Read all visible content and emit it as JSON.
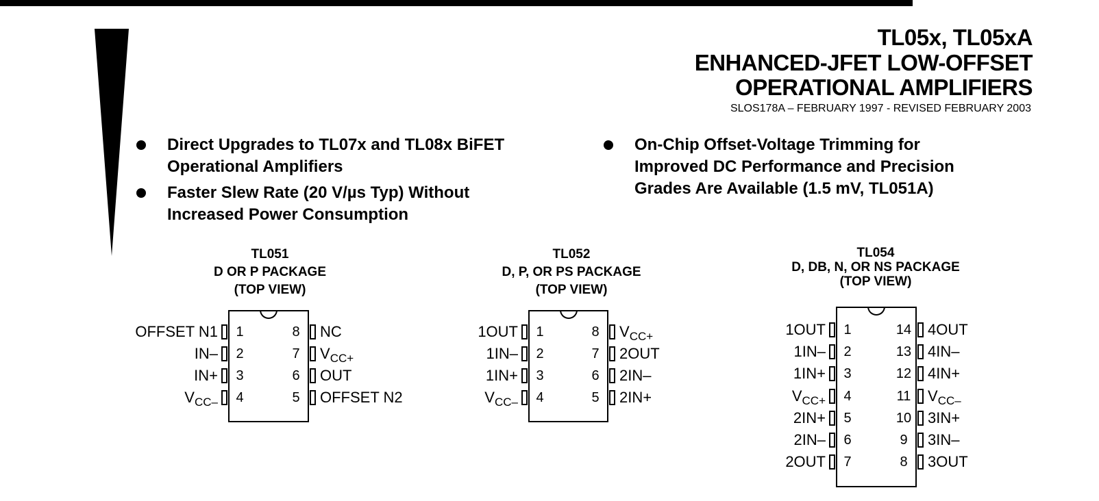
{
  "header": {
    "title_line1": "TL05x, TL05xA",
    "title_line2": "ENHANCED-JFET LOW-OFFSET",
    "title_line3": "OPERATIONAL AMPLIFIERS",
    "doc_number": "SLOS178A – FEBRUARY 1997 - REVISED FEBRUARY 2003"
  },
  "features": [
    {
      "line1": "Direct Upgrades to TL07x and TL08x BiFET",
      "line2": "Operational Amplifiers"
    },
    {
      "line1": "Faster Slew Rate (20 V/µs Typ) Without",
      "line2": "Increased Power Consumption"
    },
    {
      "line1": "On-Chip Offset-Voltage Trimming for",
      "line2": "Improved DC Performance and Precision",
      "line3": "Grades Are Available (1.5 mV, TL051A)"
    }
  ],
  "packages": [
    {
      "device": "TL051",
      "package": "D OR P PACKAGE",
      "view": "(TOP VIEW)",
      "left_pins": [
        {
          "num": "1",
          "main": "OFFSET N1",
          "sub": ""
        },
        {
          "num": "2",
          "main": "IN–",
          "sub": ""
        },
        {
          "num": "3",
          "main": "IN+",
          "sub": ""
        },
        {
          "num": "4",
          "main": "V",
          "sub": "CC–"
        }
      ],
      "right_pins": [
        {
          "num": "8",
          "main": "NC",
          "sub": ""
        },
        {
          "num": "7",
          "main": "V",
          "sub": "CC+"
        },
        {
          "num": "6",
          "main": "OUT",
          "sub": ""
        },
        {
          "num": "5",
          "main": "OFFSET N2",
          "sub": ""
        }
      ]
    },
    {
      "device": "TL052",
      "package": "D, P, OR PS PACKAGE",
      "view": "(TOP VIEW)",
      "left_pins": [
        {
          "num": "1",
          "main": "1OUT",
          "sub": ""
        },
        {
          "num": "2",
          "main": "1IN–",
          "sub": ""
        },
        {
          "num": "3",
          "main": "1IN+",
          "sub": ""
        },
        {
          "num": "4",
          "main": "V",
          "sub": "CC–"
        }
      ],
      "right_pins": [
        {
          "num": "8",
          "main": "V",
          "sub": "CC+"
        },
        {
          "num": "7",
          "main": "2OUT",
          "sub": ""
        },
        {
          "num": "6",
          "main": "2IN–",
          "sub": ""
        },
        {
          "num": "5",
          "main": "2IN+",
          "sub": ""
        }
      ]
    },
    {
      "device": "TL054",
      "package": "D, DB, N, OR NS PACKAGE",
      "view": "(TOP VIEW)",
      "left_pins": [
        {
          "num": "1",
          "main": "1OUT",
          "sub": ""
        },
        {
          "num": "2",
          "main": "1IN–",
          "sub": ""
        },
        {
          "num": "3",
          "main": "1IN+",
          "sub": ""
        },
        {
          "num": "4",
          "main": "V",
          "sub": "CC+"
        },
        {
          "num": "5",
          "main": "2IN+",
          "sub": ""
        },
        {
          "num": "6",
          "main": "2IN–",
          "sub": ""
        },
        {
          "num": "7",
          "main": "2OUT",
          "sub": ""
        }
      ],
      "right_pins": [
        {
          "num": "14",
          "main": "4OUT",
          "sub": ""
        },
        {
          "num": "13",
          "main": "4IN–",
          "sub": ""
        },
        {
          "num": "12",
          "main": "4IN+",
          "sub": ""
        },
        {
          "num": "11",
          "main": "V",
          "sub": "CC–"
        },
        {
          "num": "10",
          "main": "3IN+",
          "sub": ""
        },
        {
          "num": "9",
          "main": "3IN–",
          "sub": ""
        },
        {
          "num": "8",
          "main": "3OUT",
          "sub": ""
        }
      ]
    }
  ]
}
